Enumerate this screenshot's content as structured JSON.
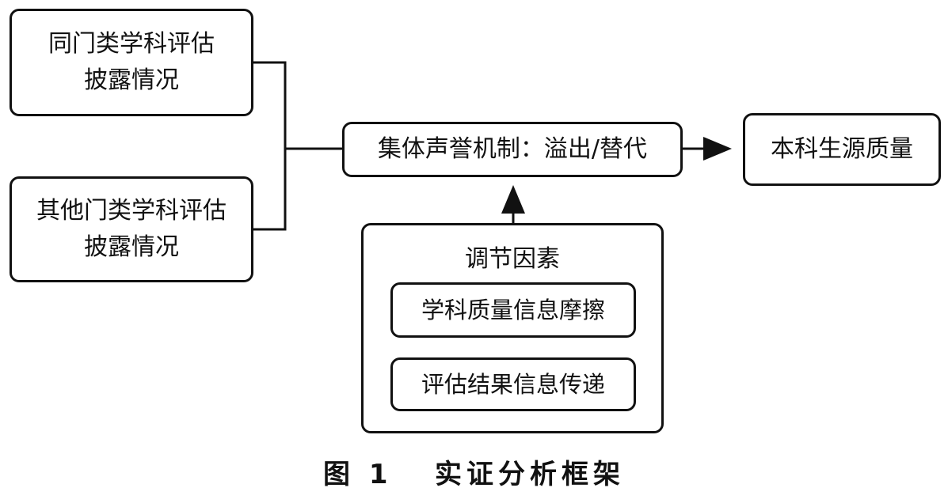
{
  "nodes": {
    "same_category": {
      "lines": [
        "同门类学科评估",
        "披露情况"
      ]
    },
    "other_category": {
      "lines": [
        "其他门类学科评估",
        "披露情况"
      ]
    },
    "mechanism": {
      "label": "集体声誉机制：溢出/替代"
    },
    "outcome": {
      "label": "本科生源质量"
    },
    "moderators": {
      "title": "调节因素",
      "items": [
        "学科质量信息摩擦",
        "评估结果信息传递"
      ]
    }
  },
  "caption": "图 1   实证分析框架",
  "colors": {
    "stroke": "#111111",
    "background": "#ffffff"
  }
}
